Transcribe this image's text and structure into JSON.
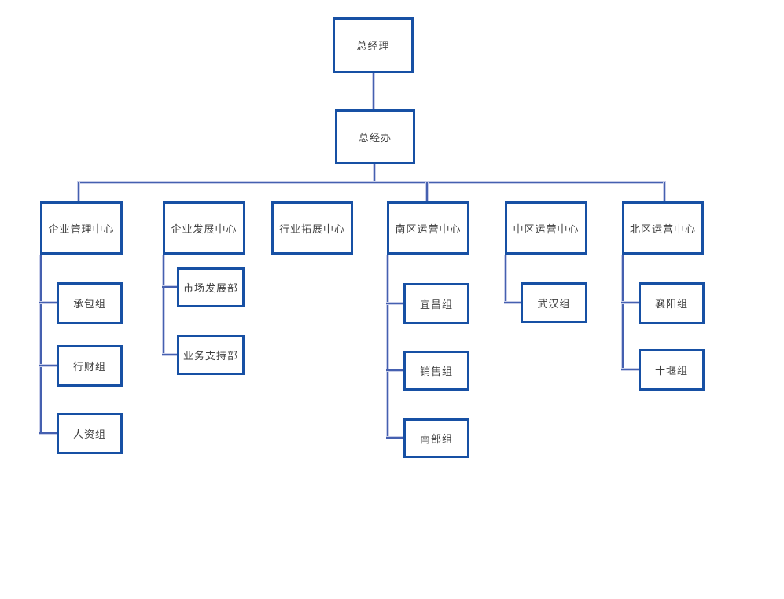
{
  "org": {
    "root": {
      "label": "总经理"
    },
    "office": {
      "label": "总经办"
    },
    "centers": [
      {
        "label": "企业管理中心",
        "children": [
          {
            "label": "承包组"
          },
          {
            "label": "行财组"
          },
          {
            "label": "人资组"
          }
        ]
      },
      {
        "label": "企业发展中心",
        "children": [
          {
            "label": "市场发展部"
          },
          {
            "label": "业务支持部"
          }
        ]
      },
      {
        "label": "行业拓展中心",
        "children": []
      },
      {
        "label": "南区运营中心",
        "children": [
          {
            "label": "宜昌组"
          },
          {
            "label": "销售组"
          },
          {
            "label": "南部组"
          }
        ]
      },
      {
        "label": "中区运营中心",
        "children": [
          {
            "label": "武汉组"
          }
        ]
      },
      {
        "label": "北区运营中心",
        "children": [
          {
            "label": "襄阳组"
          },
          {
            "label": "十堰组"
          }
        ]
      }
    ]
  },
  "colors": {
    "box_border": "#1750a4",
    "connector_core": "#4560b0",
    "connector_halo": "#c7cde8",
    "text": "#3f3f3f",
    "background": "#ffffff"
  }
}
